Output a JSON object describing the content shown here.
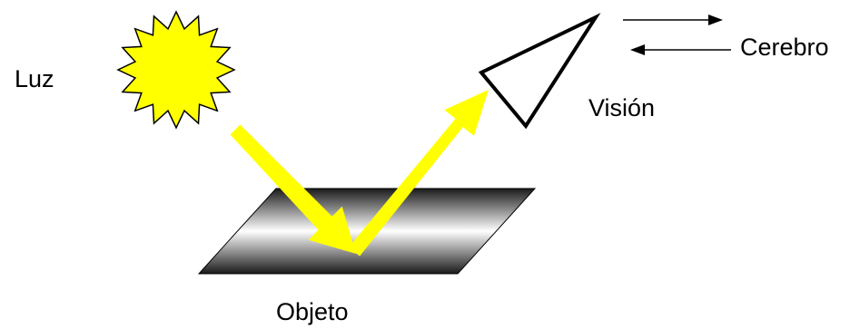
{
  "labels": {
    "light": "Luz",
    "vision": "Visión",
    "brain": "Cerebro",
    "object": "Objeto"
  },
  "colors": {
    "sun": "#ffff00",
    "ray": "#ffff00",
    "outline": "#000000",
    "surface_light": "#ffffff",
    "surface_dark": "#1a1a1a"
  },
  "icons": {
    "sun": "sun-icon",
    "eye": "eye-triangle-icon",
    "object": "object-plane-icon"
  }
}
